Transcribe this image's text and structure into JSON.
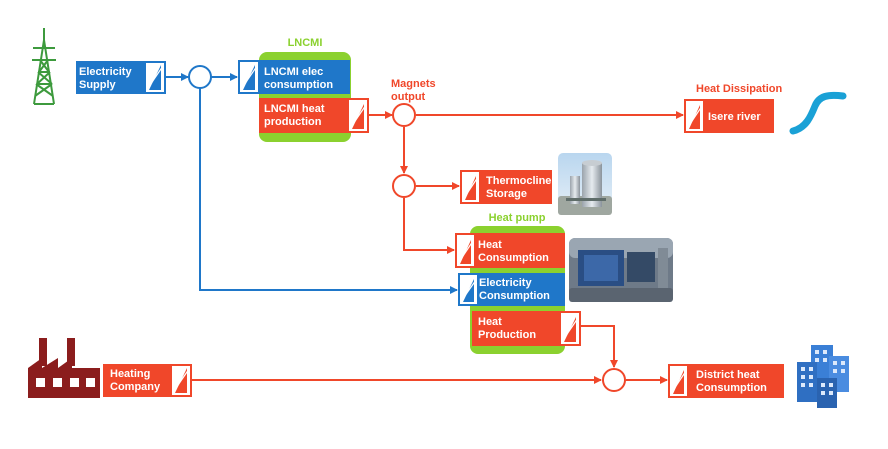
{
  "colors": {
    "electric": "#1f77c9",
    "heat": "#f0472a",
    "group": "#8bd12f",
    "tower": "#3d9a3d",
    "factory": "#8b1d1d",
    "building": "#3a7fd6",
    "river": "#1aa1d6",
    "white": "#ffffff"
  },
  "groups": {
    "lncmi": "LNCMI",
    "heat_pump": "Heat pump"
  },
  "blocks": {
    "electricity_supply": [
      "Electricity",
      "Supply"
    ],
    "lncmi_elec": [
      "LNCMI elec",
      "consumption"
    ],
    "lncmi_heat": [
      "LNCMI heat",
      "production"
    ],
    "isere_river": [
      "Isere river"
    ],
    "thermocline": [
      "Thermocline",
      "Storage"
    ],
    "hp_heat_consumption": [
      "Heat",
      "Consumption"
    ],
    "hp_electricity": [
      "Electricity",
      "Consumption"
    ],
    "hp_heat_production": [
      "Heat",
      "Production"
    ],
    "heating_company": [
      "Heating",
      "Company"
    ],
    "district_heat": [
      "District heat",
      "Consumption"
    ]
  },
  "labels": {
    "magnets_output": [
      "Magnets",
      "output"
    ],
    "heat_dissipation": "Heat Dissipation"
  },
  "icons": {
    "supply": "electric-pylon-icon",
    "factory": "factory-icon",
    "buildings": "city-buildings-icon",
    "river": "river-icon",
    "storage_photo": "storage-tank-photo",
    "heat_pump_photo": "heat-pump-photo"
  }
}
